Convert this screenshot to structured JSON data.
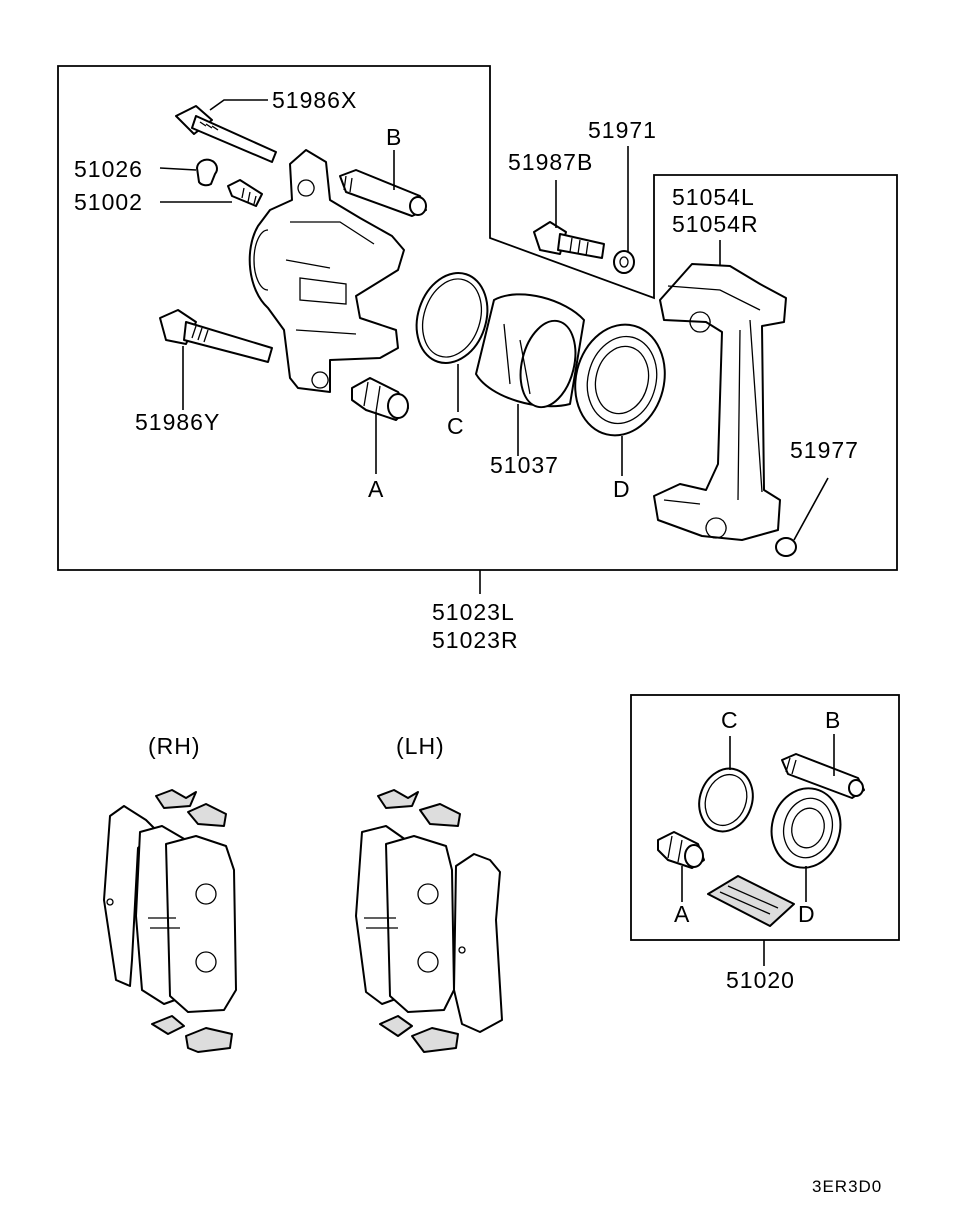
{
  "parts": {
    "p51986x": "51986X",
    "p51026": "51026",
    "p51002": "51002",
    "b_top": "B",
    "p51971": "51971",
    "p51987b": "51987B",
    "p51054l": "51054L",
    "p51054r": "51054R",
    "p51986y": "51986Y",
    "c_top": "C",
    "p51037": "51037",
    "a_top": "A",
    "d_top": "D",
    "p51977": "51977",
    "p51023l": "51023L",
    "p51023r": "51023R",
    "rh": "(RH)",
    "lh": "(LH)",
    "c_kit": "C",
    "b_kit": "B",
    "a_kit": "A",
    "d_kit": "D",
    "p51020": "51020"
  },
  "figure_code": "3ER3D0"
}
